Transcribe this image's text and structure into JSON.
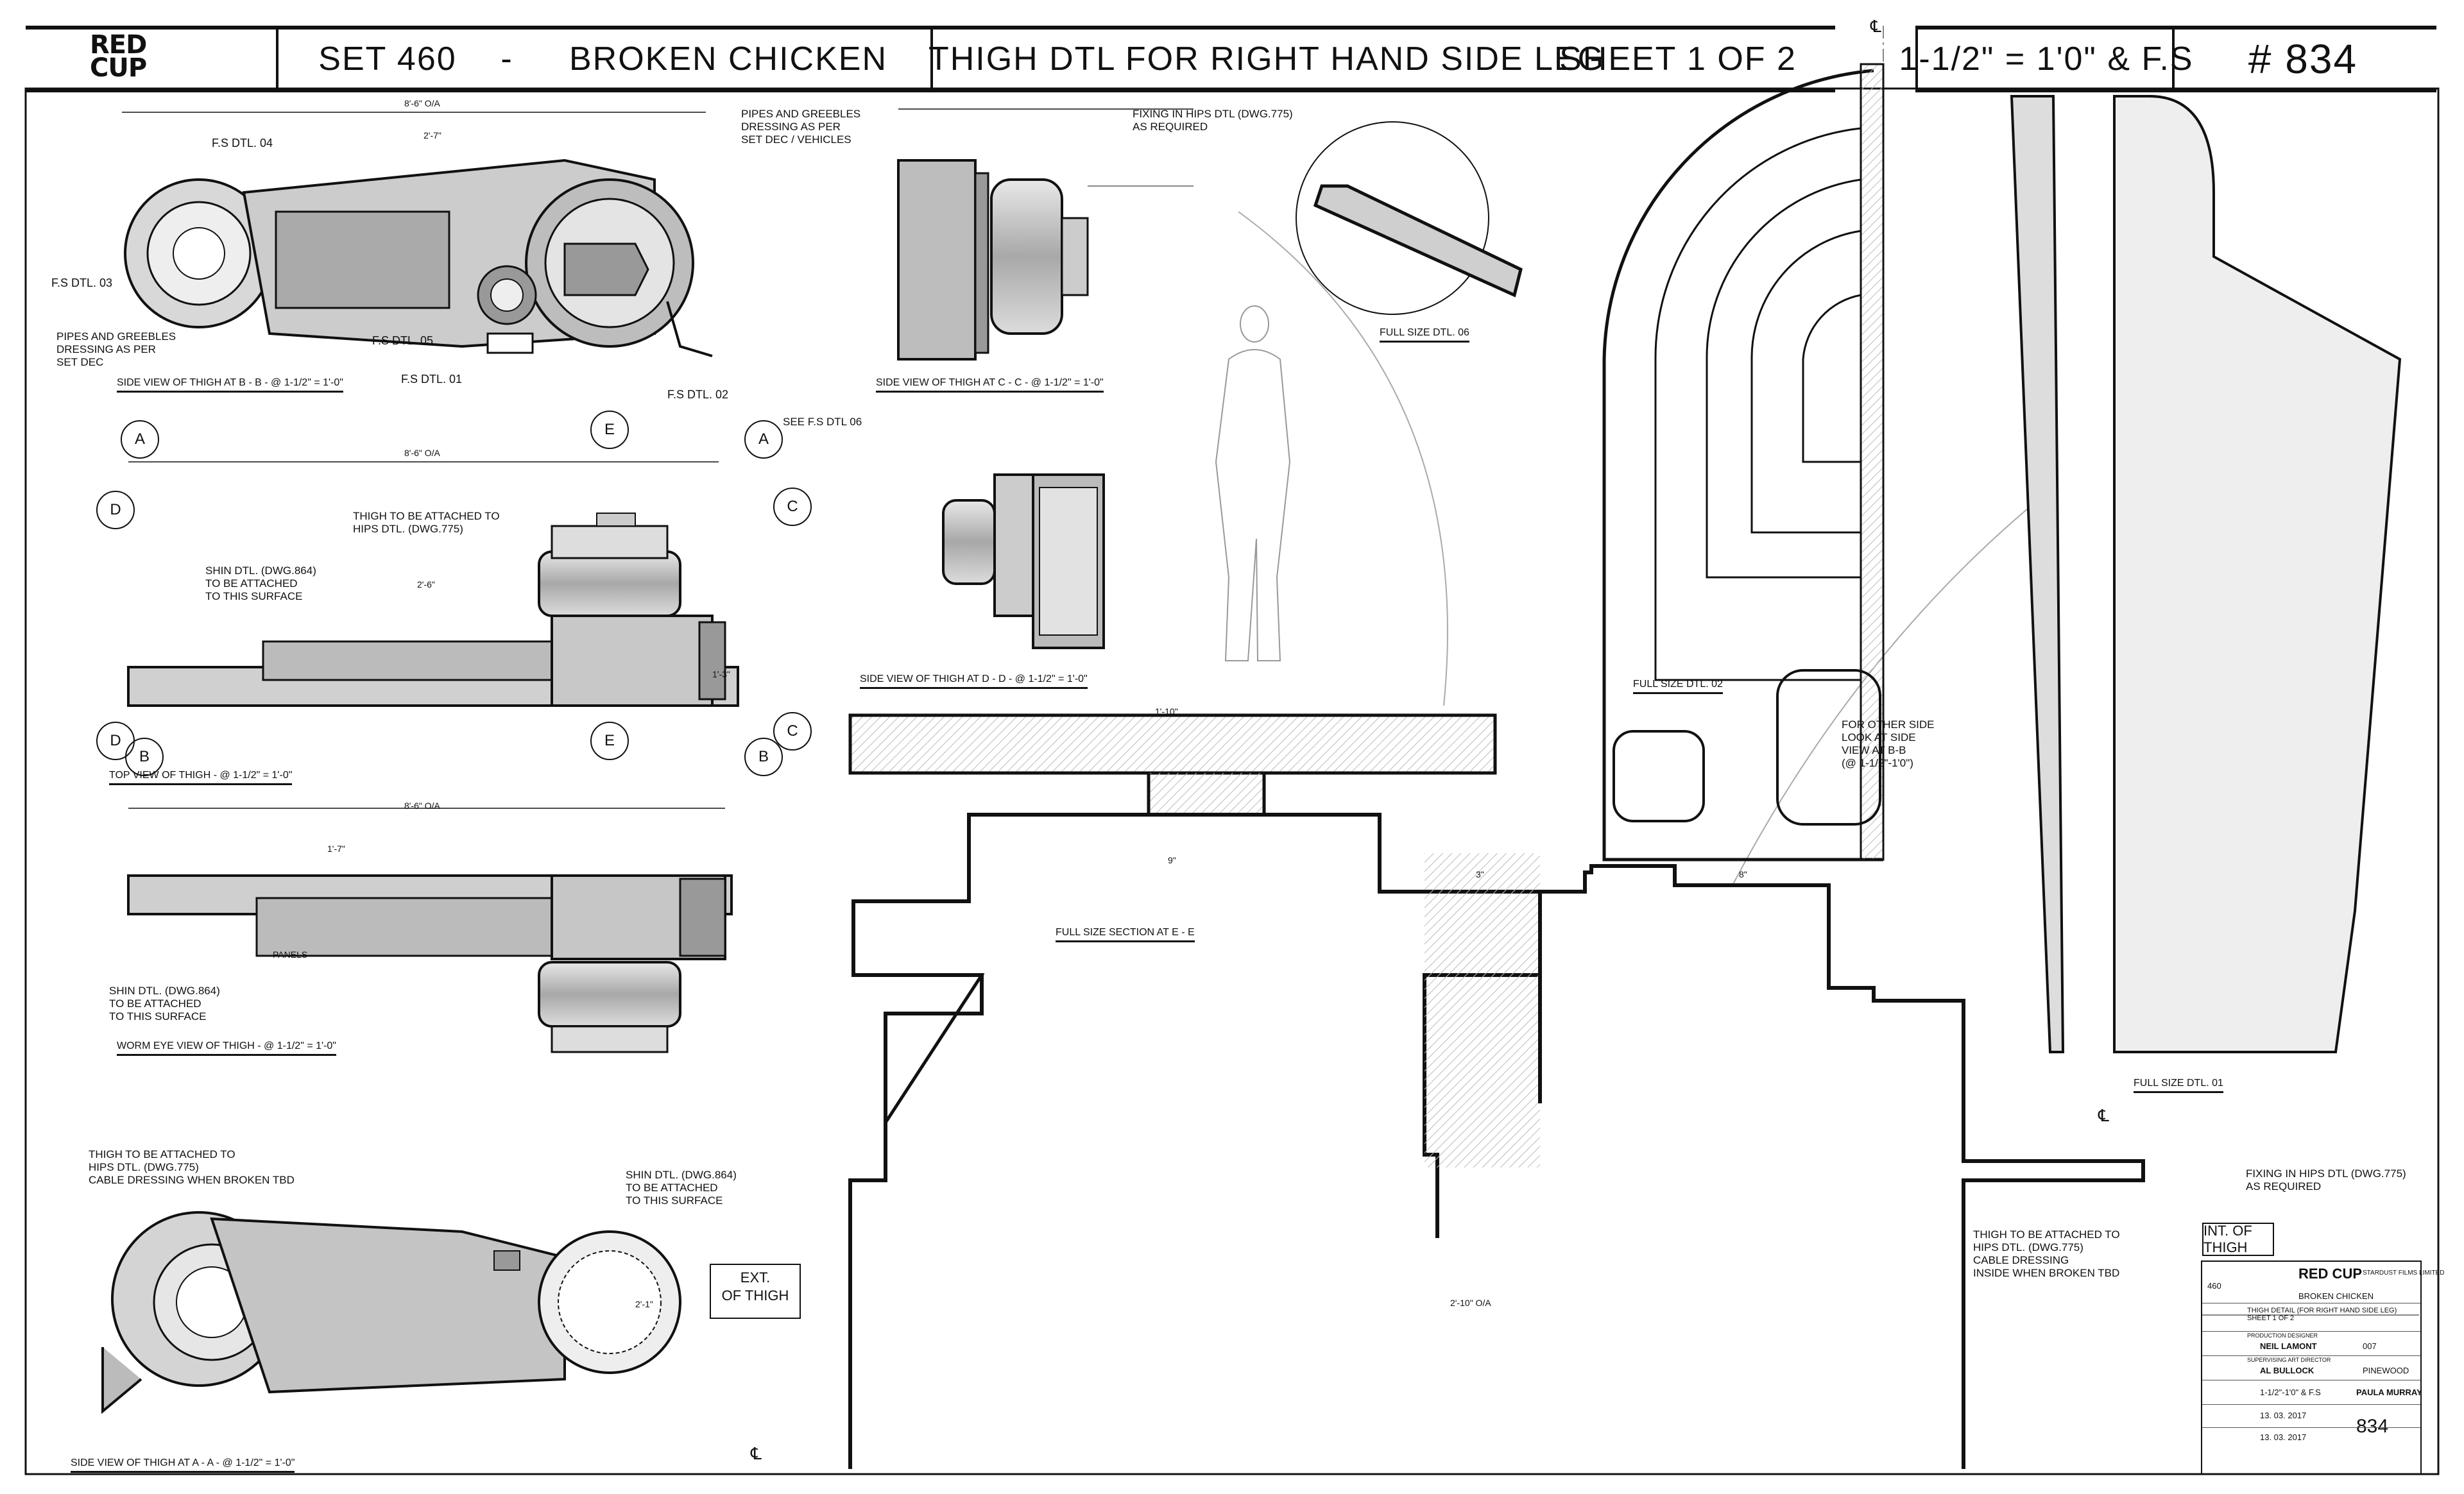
{
  "header": {
    "logo_line1": "RED",
    "logo_line2": "CUP",
    "set": "SET 460",
    "dash": "-",
    "title": "BROKEN CHICKEN",
    "detail": "THIGH DTL FOR RIGHT HAND SIDE LEG",
    "sheet": "SHEET 1 OF 2",
    "scale": "1-1/2\" = 1'0\"  &  F.S",
    "number": "# 834"
  },
  "views": {
    "side_bb": "SIDE VIEW OF THIGH AT B - B   - @ 1-1/2\" = 1'-0\"",
    "top": "TOP VIEW OF THIGH   -   @ 1-1/2\" = 1'-0\"",
    "worm": "WORM EYE VIEW OF THIGH   -   @ 1-1/2\" = 1'-0\"",
    "side_aa": "SIDE VIEW OF THIGH AT A - A   - @ 1-1/2\" = 1'-0\"",
    "side_cc": "SIDE VIEW OF THIGH AT C - C   - @ 1-1/2\" = 1'-0\"",
    "side_dd": "SIDE VIEW OF THIGH AT D - D   - @ 1-1/2\" = 1'-0\"",
    "fs06": "FULL SIZE DTL. 06",
    "fs02": "FULL SIZE DTL. 02",
    "fs01": "FULL SIZE DTL. 01",
    "section_ee": "FULL SIZE SECTION AT E - E"
  },
  "notes": {
    "pipes_top": "PIPES AND GREEBLES\nDRESSING AS PER\nSET DEC / VEHICLES",
    "fixing_hips": "FIXING IN HIPS DTL (DWG.775)\nAS REQUIRED",
    "pipes_left": "PIPES AND GREEBLES\nDRESSING AS PER\nSET DEC",
    "see_fs06": "SEE F.S DTL 06",
    "thigh_attach": "THIGH TO BE ATTACHED TO\nHIPS DTL. (DWG.775)",
    "shin_attach_top": "SHIN DTL. (DWG.864)\nTO BE ATTACHED\nTO THIS SURFACE",
    "shin_attach_worm": "SHIN DTL. (DWG.864)\nTO BE ATTACHED\nTO THIS SURFACE",
    "thigh_attach_cable": "THIGH TO BE ATTACHED TO\nHIPS DTL. (DWG.775)\nCABLE DRESSING WHEN BROKEN TBD",
    "shin_attach_aa": "SHIN DTL. (DWG.864)\nTO BE ATTACHED\nTO THIS SURFACE",
    "other_side": "FOR OTHER SIDE\nLOOK AT SIDE\nVIEW AT B-B\n(@ 1-1/2\"-1'0\")",
    "thigh_attach_inside": "THIGH TO BE ATTACHED TO\nHIPS DTL. (DWG.775)\nCABLE DRESSING\nINSIDE WHEN BROKEN TBD",
    "fixing_hips_right": "FIXING IN HIPS DTL (DWG.775)\nAS REQUIRED",
    "int": "INT. OF THIGH",
    "ext": "EXT.\nOF THIGH",
    "panels": "PANELS",
    "fs04": "F.S DTL. 04",
    "fs03": "F.S DTL. 03",
    "fs05": "F.S DTL. 05",
    "fs01l": "F.S DTL. 01",
    "fs02l": "F.S DTL. 02"
  },
  "dims": {
    "oa_top": "8'-6\" O/A",
    "oa_top2": "8'-6\" O/A",
    "oa_worm": "8'-6\" O/A",
    "d_2_7": "2'-7\"",
    "d_2_1": "2'-1\"",
    "d_1_7": "1'-7\"",
    "d_2_6": "2'-6\"",
    "d_2_10": "2'-10\" O/A",
    "d_1_10": "1'-10\"",
    "d_9": "9\"",
    "d_8": "8\"",
    "d_3": "3\"",
    "d_1_3": "1'-3\""
  },
  "callouts": {
    "a": "A",
    "b": "B",
    "c": "C",
    "d": "D",
    "e": "E",
    "cl": "℄"
  },
  "title_block": {
    "logo": "RED CUP",
    "company": "STARDUST FILMS LIMITED",
    "set_no": "460",
    "set_name": "BROKEN CHICKEN",
    "detail": "THIGH DETAIL (FOR RIGHT HAND SIDE LEG) SHEET 1 OF 2",
    "designer_label": "PRODUCTION DESIGNER",
    "designer": "NEIL LAMONT",
    "director_label": "SUPERVISING ART DIRECTOR",
    "director": "AL BULLOCK",
    "stage": "007",
    "location": "PINEWOOD",
    "scale": "1-1/2\"-1'0\" & F.S",
    "drawn_by": "PAULA MURRAY",
    "date1": "13. 03. 2017",
    "date2": "13. 03. 2017",
    "drawing_no": "834"
  }
}
